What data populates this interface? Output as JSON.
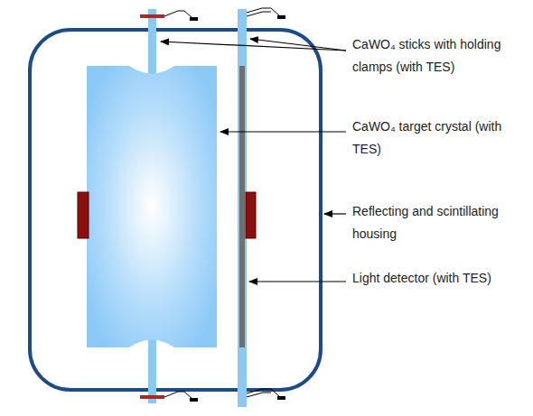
{
  "diagram": {
    "labels": [
      "CaWO₄ sticks with holding clamps (with TES)",
      "CaWO₄ target crystal (with TES)",
      "Reflecting and scintillating housing",
      "Light detector (with TES)"
    ]
  }
}
